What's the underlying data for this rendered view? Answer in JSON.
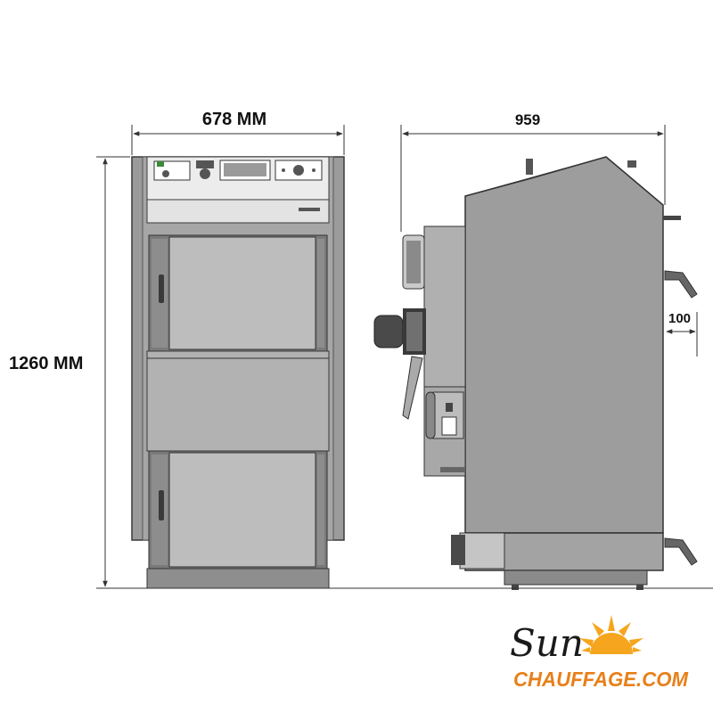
{
  "dimensions": {
    "width": "678 MM",
    "height": "1260 MM",
    "depth": "959",
    "clearance": "100"
  },
  "logo": {
    "word": "Sun",
    "tagline": "CHAUFFAGE.COM"
  },
  "colors": {
    "body_gray": "#a0a0a0",
    "door_gray": "#b7b7b7",
    "dark_gray": "#6f6f6f",
    "outline": "#3a3a3a",
    "dimension_line": "#333333",
    "logo_orange": "#f6a51e",
    "logo_text": "#e8801a"
  }
}
